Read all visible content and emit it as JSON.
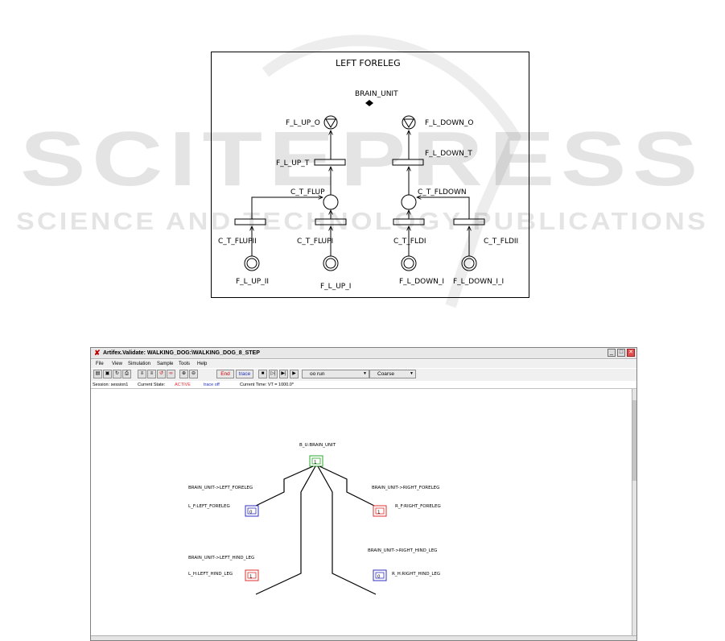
{
  "figure": {
    "title": "LEFT FORELEG",
    "nodes": {
      "brain_unit": "BRAIN_UNIT",
      "f_l_up_o": "F_L_UP_O",
      "f_l_down_o": "F_L_DOWN_O",
      "f_l_up_t": "F_L_UP_T",
      "f_l_down_t": "F_L_DOWN_T",
      "c_t_flup": "C_T_FLUP",
      "c_t_fldown": "C_T_FLDOWN",
      "c_t_flupii": "C_T_FLUPII",
      "c_t_flupi": "C_T_FLUPI",
      "c_t_fldi": "C_T_FLDI",
      "c_t_fldii": "C_T_FLDII",
      "f_l_up_ii": "F_L_UP_II",
      "f_l_up_i": "F_L_UP_I",
      "f_l_down_i": "F_L_DOWN_I",
      "f_l_down_ii": "F_L_DOWN_I_I"
    }
  },
  "watermark": {
    "big": "SCITEPRESS",
    "small": "SCIENCE AND TECHNOLOGY PUBLICATIONS"
  },
  "app": {
    "title": "Artifex.Validate: WALKING_DOG:\\WALKING_DOG_8_STEP",
    "menu": [
      "File",
      "View",
      "Simulation",
      "Sample",
      "Tools",
      "Help"
    ],
    "toolbar": {
      "end_label": "End",
      "trace_label": "trace",
      "mode_value": "oo run",
      "granularity_value": "Coarse"
    },
    "status": {
      "session": "Session: session1",
      "state_label": "Current State:",
      "state_value": "ACTIVE",
      "trace": "trace off",
      "time": "Current Time: VT = 1000.0*"
    },
    "diagram": {
      "colors": {
        "active": "#2aa82a",
        "blue": "#3030c0",
        "red": "#e03030"
      },
      "root": {
        "label": "B_U:BRAIN_UNIT",
        "token": "1"
      },
      "nodes": [
        {
          "label": "L_F:LEFT_FORELEG",
          "token": "0",
          "link": "BRAIN_UNIT->LEFT_FORELEG"
        },
        {
          "label": "R_F:RIGHT_FORELEG",
          "token": "1",
          "link": "BRAIN_UNIT->RIGHT_FORELEG"
        },
        {
          "label": "L_H:LEFT_HIND_LEG",
          "token": "1",
          "link": "BRAIN_UNIT->LEFT_HIND_LEG"
        },
        {
          "label": "R_H:RIGHT_HIND_LEG",
          "token": "0",
          "link": "BRAIN_UNIT->RIGHT_HIND_LEG"
        }
      ]
    }
  }
}
